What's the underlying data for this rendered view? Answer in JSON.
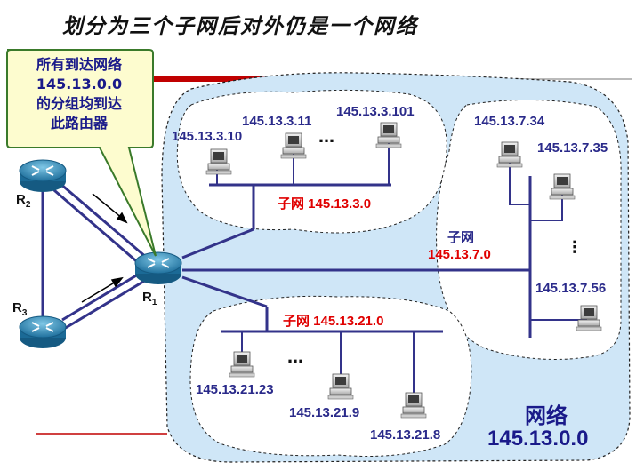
{
  "title": "划分为三个子网后对外仍是一个网络",
  "callout": {
    "lines": [
      "所有到达网络",
      "145.13.0.0",
      "的分组均到达",
      "此路由器"
    ]
  },
  "routers": {
    "r1": "R",
    "r1_sub": "1",
    "r2": "R",
    "r2_sub": "2",
    "r3": "R",
    "r3_sub": "3"
  },
  "network": {
    "label": "网络",
    "address": "145.13.0.0"
  },
  "subnet3": {
    "label": "子网 145.13.3.0",
    "hosts": [
      "145.13.3.10",
      "145.13.3.11",
      "145.13.3.101"
    ],
    "ellipsis": "…"
  },
  "subnet7": {
    "label_line1": "子网",
    "label_line2": "145.13.7.0",
    "hosts": [
      "145.13.7.34",
      "145.13.7.35",
      "145.13.7.56"
    ],
    "ellipsis": "⋮"
  },
  "subnet21": {
    "label": "子网 145.13.21.0",
    "hosts": [
      "145.13.21.23",
      "145.13.21.9",
      "145.13.21.8"
    ],
    "ellipsis": "…"
  },
  "colors": {
    "network_fill": "#cfe6f7",
    "link": "#33338a",
    "accent_red": "#e00000",
    "callout_fill": "#fdfccf",
    "callout_border": "#3a7a2a"
  }
}
